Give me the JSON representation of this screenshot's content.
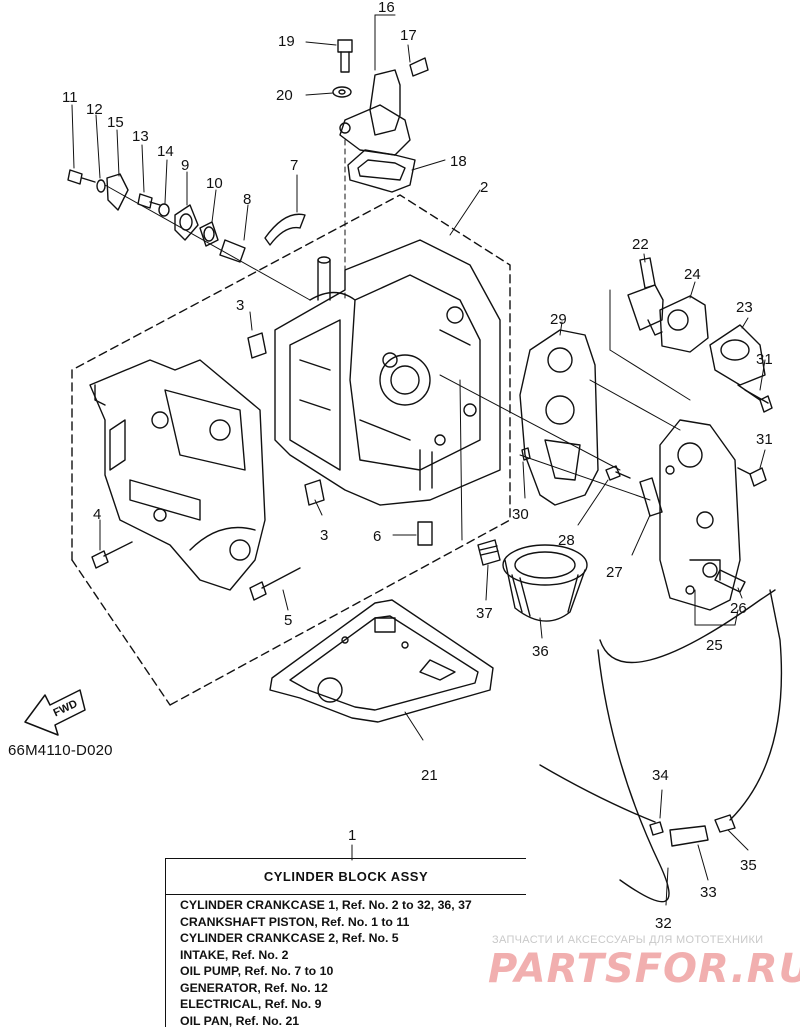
{
  "diagram": {
    "code": "66M4110-D020",
    "fwd_label": "FWD",
    "callouts": [
      "1",
      "2",
      "3",
      "3",
      "4",
      "5",
      "6",
      "7",
      "8",
      "9",
      "10",
      "11",
      "12",
      "13",
      "14",
      "15",
      "16",
      "17",
      "18",
      "19",
      "20",
      "21",
      "22",
      "23",
      "24",
      "25",
      "26",
      "27",
      "28",
      "29",
      "30",
      "31",
      "31",
      "32",
      "33",
      "34",
      "35",
      "36",
      "37"
    ]
  },
  "reference_box": {
    "title": "CYLINDER BLOCK ASSY",
    "lines": [
      "CYLINDER CRANKCASE 1,  Ref. No. 2 to 32, 36, 37",
      "CRANKSHAFT PISTON,  Ref. No. 1 to 11",
      "CYLINDER CRANKCASE 2,  Ref. No. 5",
      "INTAKE, Ref. No. 2",
      "OIL PUMP, Ref. No. 7 to 10",
      "GENERATOR, Ref. No. 12",
      "ELECTRICAL, Ref. No. 9",
      "OIL PAN, Ref. No. 21"
    ]
  },
  "watermark": {
    "caption": "ЗАПЧАСТИ И АКСЕССУАРЫ ДЛЯ МОТОТЕХНИКИ",
    "logo": "PARTSFOR.RU"
  }
}
